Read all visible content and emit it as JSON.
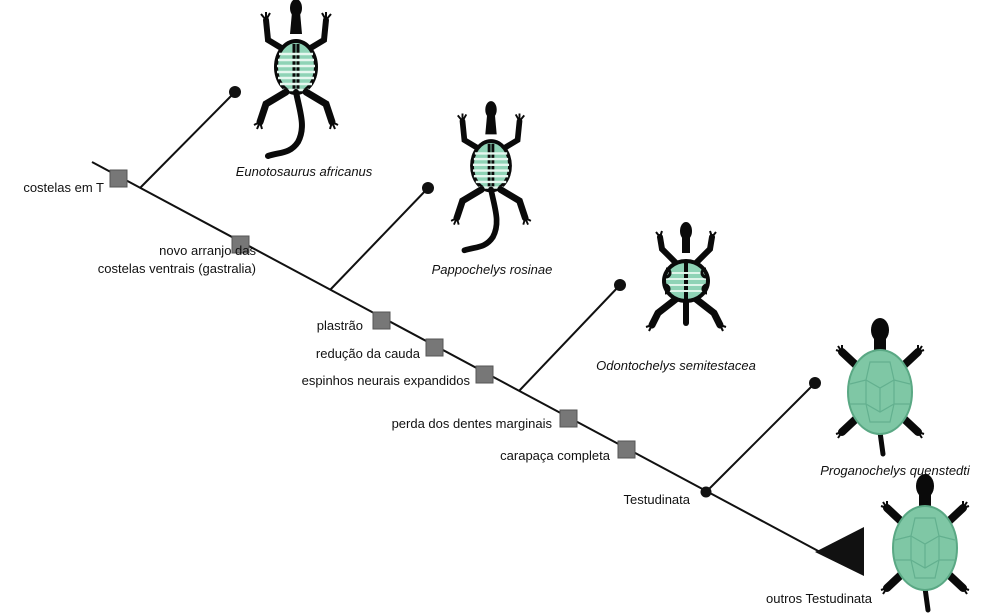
{
  "colors": {
    "line": "#111111",
    "synapomorphy_box": "#7a7a7a",
    "shell": "#8fd3b6",
    "shell_plates": "#79c0a0",
    "ribs": "#dff5ea",
    "body": "#0a0a0a"
  },
  "characters": [
    {
      "id": "c1",
      "text": "costelas em T"
    },
    {
      "id": "c2",
      "lines": [
        "novo arranjo das",
        "costelas ventrais (gastralia)"
      ]
    },
    {
      "id": "c3",
      "text": "plastrão"
    },
    {
      "id": "c4",
      "text": "redução da cauda"
    },
    {
      "id": "c5",
      "text": "espinhos neurais expandidos"
    },
    {
      "id": "c6",
      "text": "perda dos dentes marginais"
    },
    {
      "id": "c7",
      "text": "carapaça completa"
    }
  ],
  "clades": {
    "node": "Testudinata",
    "terminal_group": "outros Testudinata"
  },
  "taxa": [
    {
      "name": "Eunotosaurus africanus",
      "icon": "eunotosaurus-skeleton-icon"
    },
    {
      "name": "Pappochelys rosinae",
      "icon": "pappochelys-skeleton-icon"
    },
    {
      "name": "Odontochelys semitestacea",
      "icon": "odontochelys-half-shell-icon"
    },
    {
      "name": "Proganochelys quenstedti",
      "icon": "proganochelys-turtle-icon"
    },
    {
      "name": "outros Testudinata",
      "icon": "modern-turtle-icon"
    }
  ]
}
